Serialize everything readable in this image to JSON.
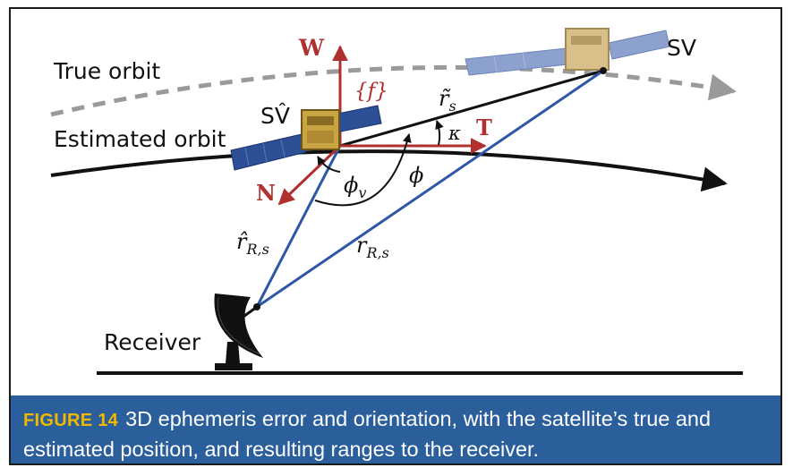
{
  "labels": {
    "true_orbit": "True orbit",
    "estimated_orbit": "Estimated orbit",
    "sv": "SV",
    "sv_hat": "SV̂",
    "receiver": "Receiver",
    "w_axis": "W",
    "t_axis": "T",
    "n_axis": "N",
    "force": "{f}",
    "r_tilde": "r̃",
    "r_tilde_sub": "s",
    "kappa": "κ",
    "phi": "ϕ",
    "phi_v": "ϕ",
    "phi_v_sub": "v",
    "r_hat": "r̂",
    "r_hat_sub": "R,s",
    "r": "r",
    "r_sub": "R,s"
  },
  "caption": {
    "figure_label": "FIGURE 14",
    "text": "3D ephemeris error and orientation, with the satellite’s true and estimated position, and resulting ranges to the receiver."
  },
  "colors": {
    "caption_bg": "#2a5f9c",
    "figure_label": "#f2b800",
    "axes_red": "#b03030",
    "range_blue": "#2f57a6",
    "true_orbit": "#9a9a9a"
  }
}
